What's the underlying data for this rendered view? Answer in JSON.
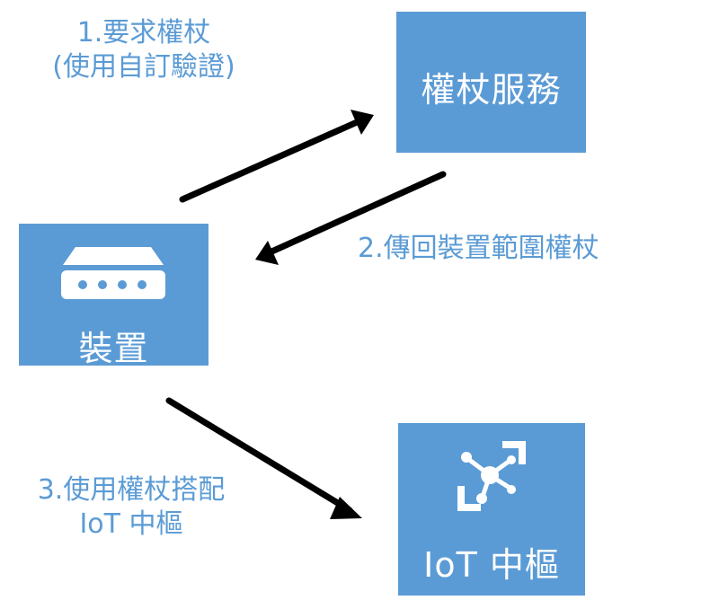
{
  "nodes": {
    "auth_service": {
      "label": "權杖服務",
      "icon": ""
    },
    "device": {
      "label": "裝置",
      "icon": "router-device-icon"
    },
    "iot_hub": {
      "label": "IoT 中樞",
      "icon": "iot-hub-icon"
    }
  },
  "steps": {
    "step1": {
      "line1": "1.要求權杖",
      "line2": "(使用自訂驗證)"
    },
    "step2": {
      "line1": "2.傳回裝置範圍權杖"
    },
    "step3": {
      "line1": "3.使用權杖搭配",
      "line2": "IoT 中樞"
    }
  },
  "colors": {
    "box_fill": "#5b9bd5",
    "box_text": "#ffffff",
    "step_text": "#5b9bd5",
    "arrow": "#000000"
  }
}
